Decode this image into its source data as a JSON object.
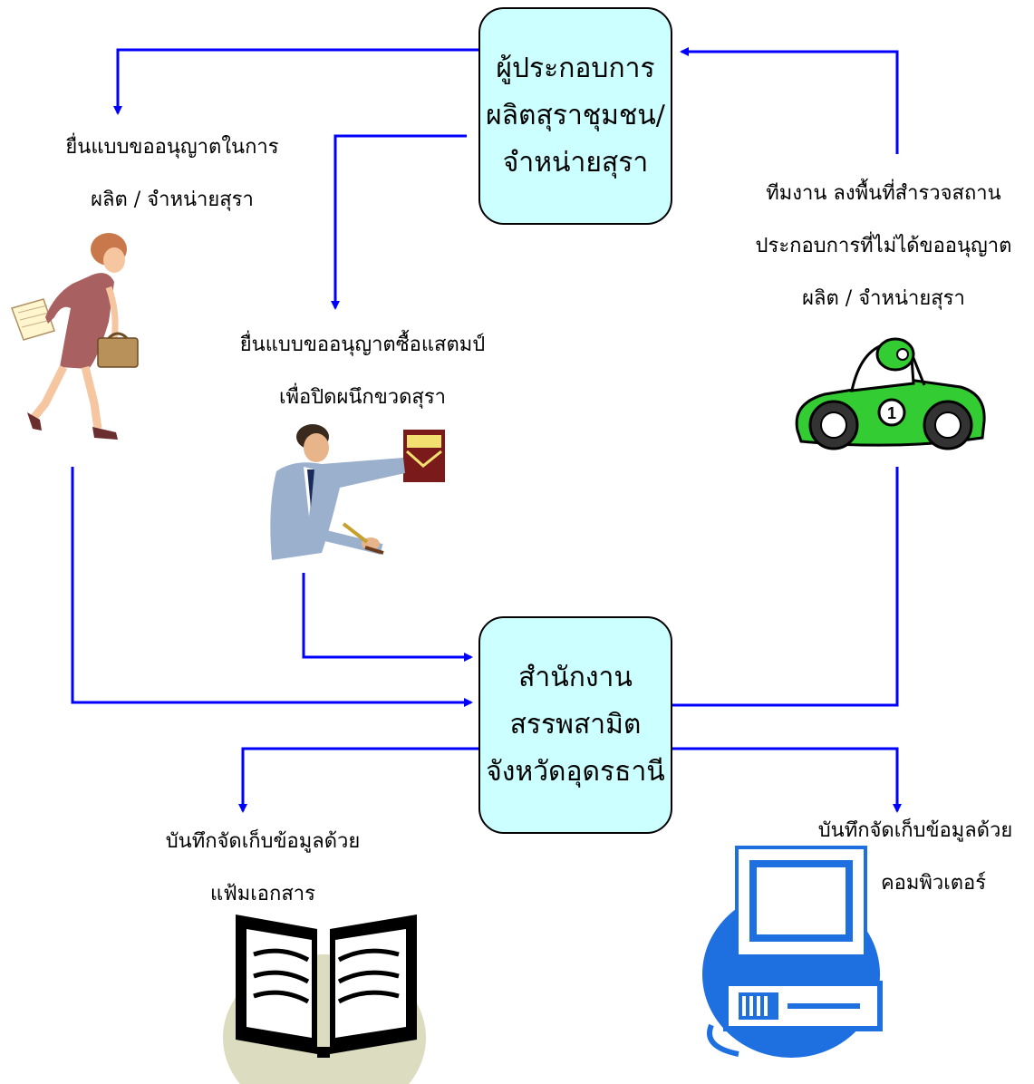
{
  "nodes": {
    "operator": {
      "lines": [
        "ผู้ประกอบการ",
        "ผลิตสุราชุมชน/",
        "จำหน่ายสุรา"
      ]
    },
    "excise_office": {
      "lines": [
        "สำนักงาน",
        "สรรพสามิต",
        "จังหวัดอุดรธานี"
      ]
    }
  },
  "labels": {
    "license_production": [
      "ยื่นแบบขออนุญาตในการ",
      "ผลิต / จำหน่ายสุรา"
    ],
    "license_stamp": [
      "ยื่นแบบขออนุญาตซื้อแสตมป์",
      "เพื่อปิดผนึกขวดสุรา"
    ],
    "field_survey": [
      "ทีมงาน ลงพื้นที่สำรวจสถาน",
      "ประกอบการที่ไม่ได้ขออนุญาต",
      "ผลิต  / จำหน่ายสุรา"
    ],
    "record_files": [
      "บันทึกจัดเก็บข้อมูลด้วย",
      "แฟ้มเอกสาร"
    ],
    "record_computer": [
      "บันทึกจัดเก็บข้อมูลด้วย",
      "คอมพิวเตอร์"
    ]
  },
  "icons": {
    "woman": "woman-with-briefcase-icon",
    "man": "man-signing-document-icon",
    "car": "race-car-icon",
    "book": "open-book-icon",
    "computer": "computer-icon"
  },
  "colors": {
    "arrow": "#0000ff",
    "box_fill": "#ccffff",
    "car": "#33cc33",
    "computer": "#1e6fe0",
    "book_bg": "#dcdcc0"
  }
}
